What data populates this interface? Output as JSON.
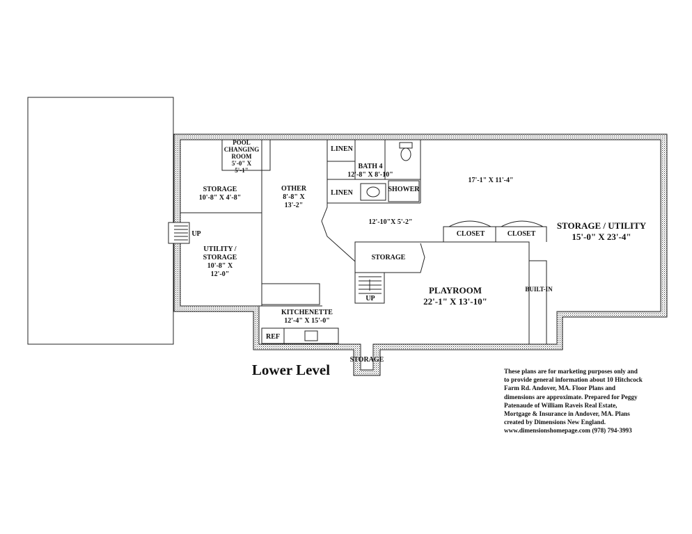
{
  "plan": {
    "title": "Lower Level",
    "rooms": [
      {
        "id": "pool-changing-room",
        "lines": [
          "POOL",
          "CHANGING",
          "ROOM",
          "5'-0\" X",
          "5'-1\""
        ]
      },
      {
        "id": "storage-left",
        "lines": [
          "STORAGE",
          "10'-8\" X 4'-8\""
        ]
      },
      {
        "id": "other",
        "lines": [
          "OTHER",
          "8'-8\" X",
          "13'-2\""
        ]
      },
      {
        "id": "utility-storage",
        "lines": [
          "UTILITY /",
          "STORAGE",
          "10'-8\" X",
          "12'-0\""
        ]
      },
      {
        "id": "linen-top",
        "lines": [
          "LINEN"
        ]
      },
      {
        "id": "linen-bottom",
        "lines": [
          "LINEN"
        ]
      },
      {
        "id": "bath-4",
        "lines": [
          "BATH 4",
          "12'-8\" X 8'-10\""
        ]
      },
      {
        "id": "shower",
        "lines": [
          "SHOWER"
        ]
      },
      {
        "id": "area-upper",
        "lines": [
          "17'-1\" X 11'-4\""
        ]
      },
      {
        "id": "hall",
        "lines": [
          "12'-10\"X 5'-2\""
        ]
      },
      {
        "id": "closet-1",
        "lines": [
          "CLOSET"
        ]
      },
      {
        "id": "closet-2",
        "lines": [
          "CLOSET"
        ]
      },
      {
        "id": "storage-utility",
        "lines": [
          "STORAGE / UTILITY",
          "15'-0\" X 23'-4\""
        ]
      },
      {
        "id": "storage-mid",
        "lines": [
          "STORAGE"
        ]
      },
      {
        "id": "playroom",
        "lines": [
          "PLAYROOM",
          "22'-1\" X 13'-10\""
        ]
      },
      {
        "id": "built-in",
        "lines": [
          "BUILT-IN"
        ]
      },
      {
        "id": "kitchenette",
        "lines": [
          "KITCHENETTE",
          "12'-4\" X 15'-0\""
        ]
      },
      {
        "id": "ref",
        "lines": [
          "REF"
        ]
      },
      {
        "id": "storage-bottom",
        "lines": [
          "STORAGE"
        ]
      },
      {
        "id": "up-left",
        "lines": [
          "UP"
        ]
      },
      {
        "id": "up-center",
        "lines": [
          "UP"
        ]
      }
    ]
  },
  "disclaimer": "These plans are for marketing purposes only and\nto provide general information about 10 Hitchcock\nFarm Rd. Andover, MA.  Floor Plans and\ndimensions are approximate.  Prepared for Peggy\nPatenaude of William Raveis Real Estate,\nMortgage & Insurance in Andover, MA.  Plans\ncreated by Dimensions New England.\nwww.dimensionshomepage.com  (978) 794-3993"
}
